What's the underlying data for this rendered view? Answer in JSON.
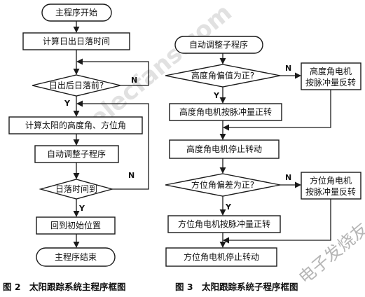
{
  "left_flowchart": {
    "start": "主程序开始",
    "step_calc": "计算日出日落时间",
    "decision_sun": "日出后日落前?",
    "step_angles": "计算太阳的高度角、方位角",
    "step_adjust": "自动调整子程序",
    "decision_sunset": "日落时间到",
    "step_return": "回到初始位置",
    "end": "主程序结束",
    "yes": "Y",
    "no": "N"
  },
  "right_flowchart": {
    "start": "自动调整子程序",
    "decision_alt": "高度角偏值为正?",
    "alt_reverse_line1": "高度角电机",
    "alt_reverse_line2": "按脉冲量反转",
    "alt_forward": "高度角电机按脉冲量正转",
    "alt_stop": "高度角电机停止转动",
    "decision_az": "方位角偏差为正?",
    "az_reverse_line1": "方位角电机",
    "az_reverse_line2": "按脉冲量反转",
    "az_forward": "方位角电机按脉冲量正转",
    "az_stop": "方位角电机停止转动",
    "yes": "Y",
    "no": "N"
  },
  "captions": {
    "fig2": "图 2　太阳跟踪系统主程序框图",
    "fig3": "图 3　太阳跟踪系统子程序框图"
  },
  "watermarks": {
    "site": "elecfans.com",
    "brand": "电子发烧友"
  }
}
